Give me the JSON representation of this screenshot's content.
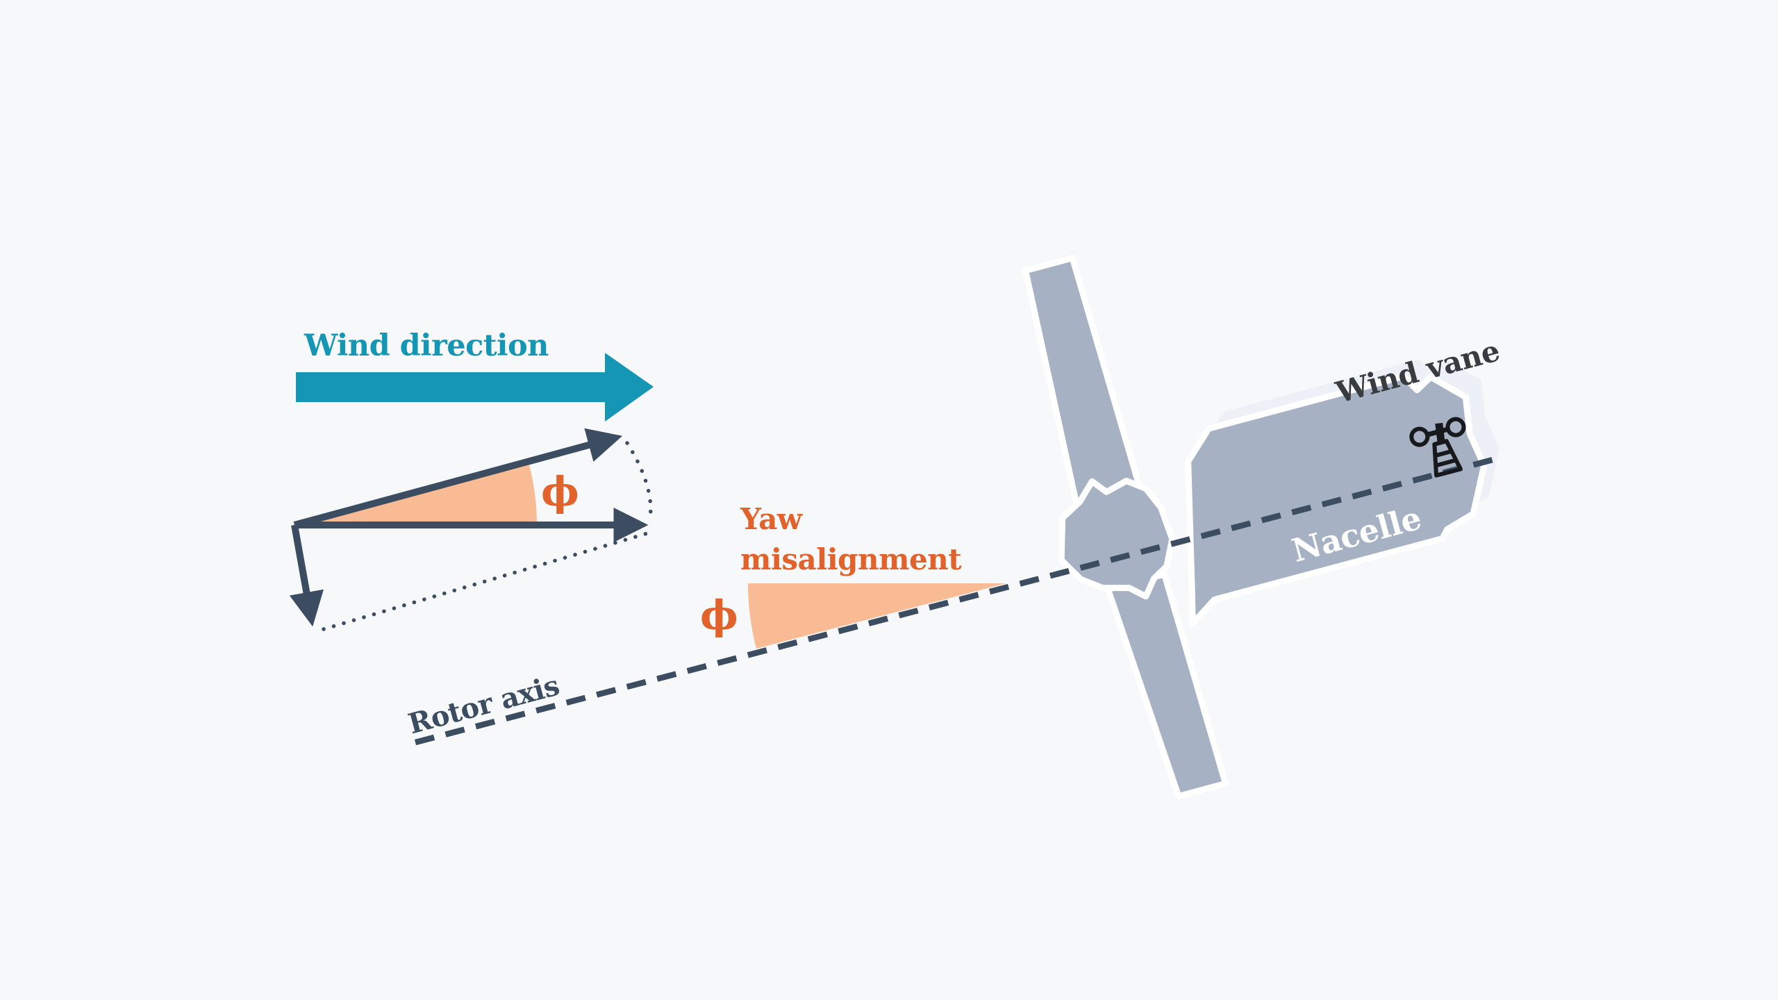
{
  "diagram": {
    "name": "wind-turbine-yaw-misalignment",
    "labels": {
      "wind_direction": "Wind direction",
      "rotor_axis": "Rotor axis",
      "yaw_line1": "Yaw",
      "yaw_line2": "misalignment",
      "phi": "ϕ",
      "nacelle": "Nacelle",
      "wind_vane": "Wind vane"
    },
    "colors": {
      "background": "#f7f8fa",
      "wind_arrow_teal": "#1596b4",
      "slate_dark": "#3d4d61",
      "orange": "#e2622b",
      "angle_peach": "#f8bb94",
      "turbine_gray": "#a6b2c3",
      "turbine_shadow": "#edf1f7",
      "nacelle_label": "#ffffff",
      "wind_vane_label": "#383b40",
      "wind_vane_icon": "#17191d"
    },
    "geometry": {
      "rotor_axis_angle_deg": -15,
      "yaw_angle_symbol": "ϕ"
    }
  }
}
